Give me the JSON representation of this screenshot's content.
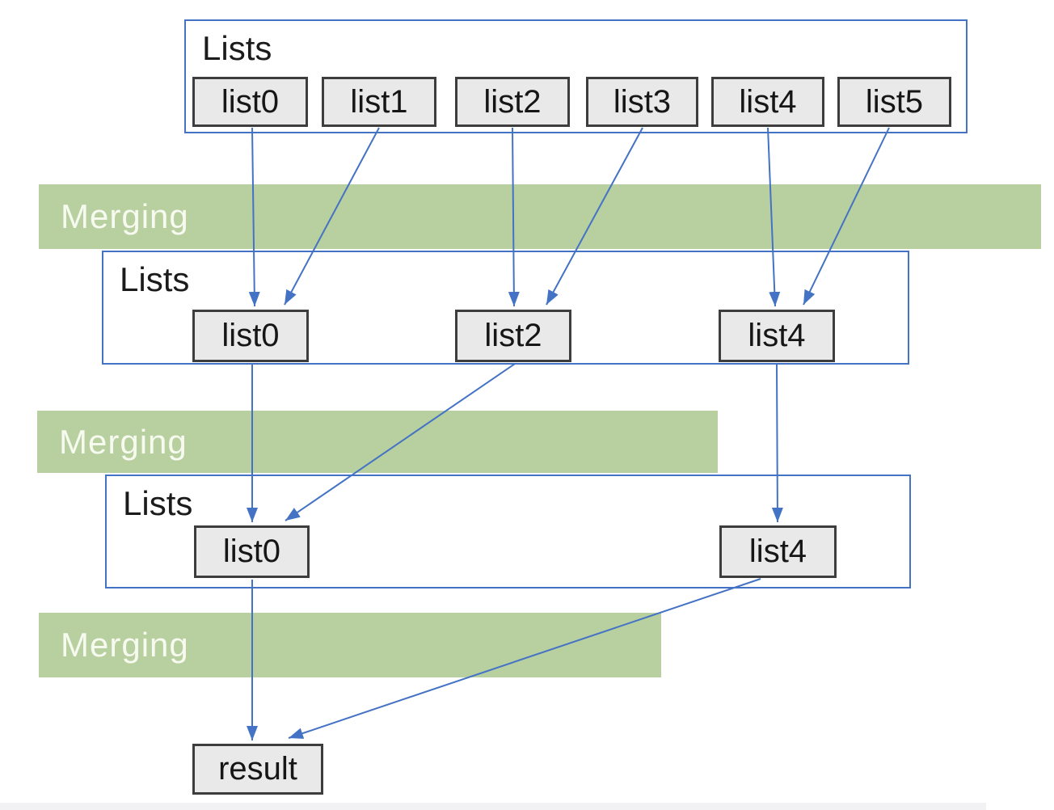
{
  "colors": {
    "line_blue": "#4472c4",
    "band_green": "#b8cfa0",
    "band_text": "#f7faef",
    "box_fill": "#e9e9e9",
    "box_border": "#3d3d3d"
  },
  "groups": [
    {
      "label": "Lists",
      "boxes": [
        {
          "label": "list0"
        },
        {
          "label": "list1"
        },
        {
          "label": "list2"
        },
        {
          "label": "list3"
        },
        {
          "label": "list4"
        },
        {
          "label": "list5"
        }
      ]
    },
    {
      "label": "Lists",
      "boxes": [
        {
          "label": "list0"
        },
        {
          "label": "list2"
        },
        {
          "label": "list4"
        }
      ]
    },
    {
      "label": "Lists",
      "boxes": [
        {
          "label": "list0"
        },
        {
          "label": "list4"
        }
      ]
    }
  ],
  "bands": [
    {
      "label": "Merging"
    },
    {
      "label": "Merging"
    },
    {
      "label": "Merging"
    }
  ],
  "result": {
    "label": "result"
  },
  "edges": [
    {
      "from": "g0.list0",
      "to": "g1.list0"
    },
    {
      "from": "g0.list1",
      "to": "g1.list0"
    },
    {
      "from": "g0.list2",
      "to": "g1.list2"
    },
    {
      "from": "g0.list3",
      "to": "g1.list2"
    },
    {
      "from": "g0.list4",
      "to": "g1.list4"
    },
    {
      "from": "g0.list5",
      "to": "g1.list4"
    },
    {
      "from": "g1.list0",
      "to": "g2.list0"
    },
    {
      "from": "g1.list2",
      "to": "g2.list0"
    },
    {
      "from": "g1.list4",
      "to": "g2.list4"
    },
    {
      "from": "g2.list0",
      "to": "result"
    },
    {
      "from": "g2.list4",
      "to": "result"
    }
  ]
}
